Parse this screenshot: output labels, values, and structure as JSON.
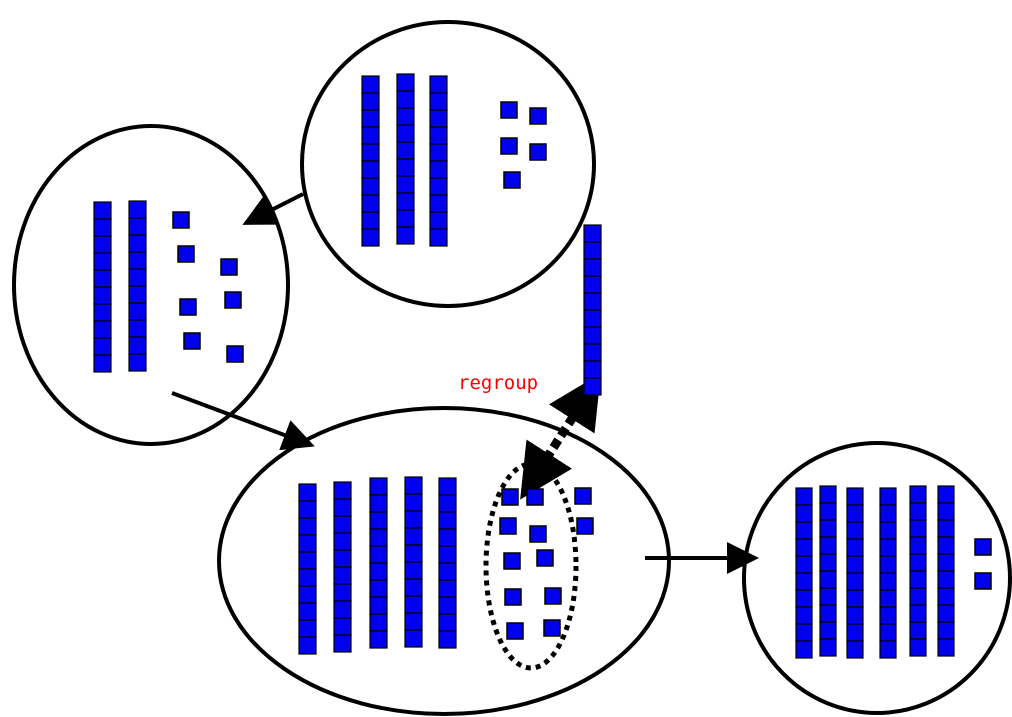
{
  "colors": {
    "block_fill": "#0000ee",
    "block_stroke": "#000000",
    "outline": "#000000",
    "label": "#ff0000"
  },
  "diagram": {
    "label_regroup": "regroup",
    "groups": [
      {
        "name": "top",
        "tens": 3,
        "ones": 5
      },
      {
        "name": "left",
        "tens": 2,
        "ones": 7
      },
      {
        "name": "combined",
        "tens": 5,
        "ones": 12
      },
      {
        "name": "result",
        "tens": 6,
        "ones": 2
      }
    ],
    "regrouped_ten_rod": 1,
    "icons": [
      "arrow-icon",
      "double-arrow-icon"
    ]
  }
}
